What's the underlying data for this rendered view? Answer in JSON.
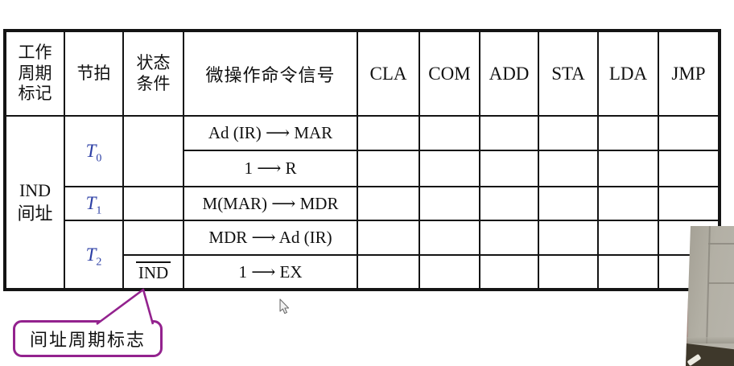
{
  "slide": {
    "table": {
      "col_headers": {
        "cycle": "工作\n周期\n标记",
        "beat": "节拍",
        "condition": "状态\n条件",
        "signal": "微操作命令信号",
        "instructions": [
          "CLA",
          "COM",
          "ADD",
          "STA",
          "LDA",
          "JMP"
        ]
      },
      "cycle_label": "IND\n间址",
      "beats": [
        {
          "base": "T",
          "sub": "0"
        },
        {
          "base": "T",
          "sub": "1"
        },
        {
          "base": "T",
          "sub": "2"
        }
      ],
      "condition_flag": "IND",
      "signals": [
        "Ad (IR) ⟶ MAR",
        "1 ⟶ R",
        "M(MAR) ⟶ MDR",
        "MDR ⟶ Ad (IR)",
        "1 ⟶ EX"
      ]
    },
    "callout": {
      "label": "间址周期标志"
    }
  },
  "icons": {
    "cursor": "arrow-pointer",
    "callout_tail": "speech-pointer"
  },
  "colors": {
    "beat-blue": "#2c3fa5",
    "callout-purple": "#93228e",
    "table-line": "#141414"
  }
}
